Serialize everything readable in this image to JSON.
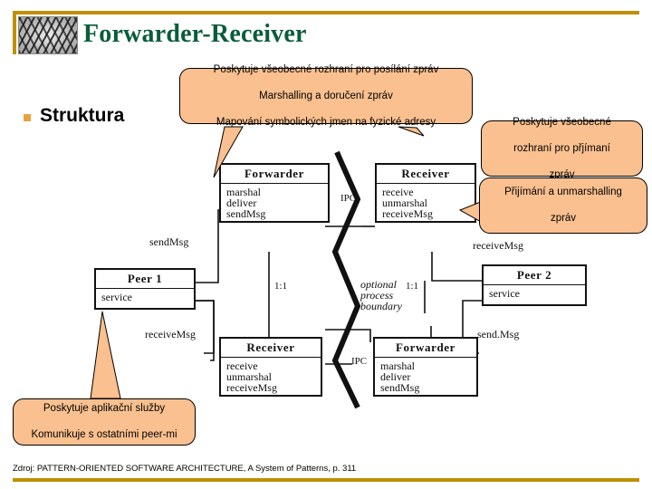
{
  "slide": {
    "title": "Forwarder-Receiver",
    "logo_icon": "textured-ring-logo",
    "accent_color": "#bf9000",
    "title_color": "#0a5c3c",
    "callout_fill": "#fac08f",
    "bullet": {
      "marker": "square-bullet",
      "label": "Struktura"
    },
    "source": "Zdroj: PATTERN-ORIENTED SOFTWARE ARCHITECTURE, A System of Patterns, p. 311"
  },
  "callouts": [
    {
      "id": "forwarder-callout",
      "lines": [
        "Poskytuje všeobecné rozhraní pro posílání zpráv",
        "Marshalling a doručení zpráv",
        "Mapování symbolických jmen na fyzické adresy"
      ]
    },
    {
      "id": "receiver-callout-1",
      "lines": [
        "Poskytuje všeobecné",
        "rozhraní pro přjímaní",
        "zpráv"
      ]
    },
    {
      "id": "receiver-callout-2",
      "lines": [
        "Přijímání a unmarshalling",
        "zpráv"
      ]
    },
    {
      "id": "peer-callout",
      "lines": [
        "Poskytuje aplikační služby",
        "Komunikuje s ostatními peer-mi"
      ]
    }
  ],
  "diagram": {
    "type": "uml-class-diagram",
    "boxes": [
      {
        "id": "forwarder-top",
        "title": "Forwarder",
        "operations": [
          "marshal",
          "deliver",
          "sendMsg"
        ]
      },
      {
        "id": "receiver-top",
        "title": "Receiver",
        "operations": [
          "receive",
          "unmarshal",
          "receiveMsg"
        ]
      },
      {
        "id": "peer-1",
        "title": "Peer 1",
        "operations": [
          "service"
        ]
      },
      {
        "id": "peer-2",
        "title": "Peer 2",
        "operations": [
          "service"
        ]
      },
      {
        "id": "receiver-bottom",
        "title": "Receiver",
        "operations": [
          "receive",
          "unmarshal",
          "receiveMsg"
        ]
      },
      {
        "id": "forwarder-bottom",
        "title": "Forwarder",
        "operations": [
          "marshal",
          "deliver",
          "sendMsg"
        ]
      }
    ],
    "edge_labels": [
      {
        "id": "sendmsg-left",
        "text": "sendMsg"
      },
      {
        "id": "receivemsg-left",
        "text": "receiveMsg"
      },
      {
        "id": "receivemsg-right",
        "text": "receiveMsg"
      },
      {
        "id": "sendmsg-right",
        "text": "send.Msg"
      }
    ],
    "multiplicities": [
      {
        "id": "mult-left",
        "text": "1:1"
      },
      {
        "id": "mult-right",
        "text": "1:1"
      }
    ],
    "ipc_labels": [
      {
        "id": "ipc-top",
        "text": "IPC"
      },
      {
        "id": "ipc-bottom",
        "text": "IPC"
      }
    ],
    "boundary_label": {
      "id": "process-boundary",
      "lines": [
        "optional",
        "process",
        "boundary"
      ]
    }
  }
}
